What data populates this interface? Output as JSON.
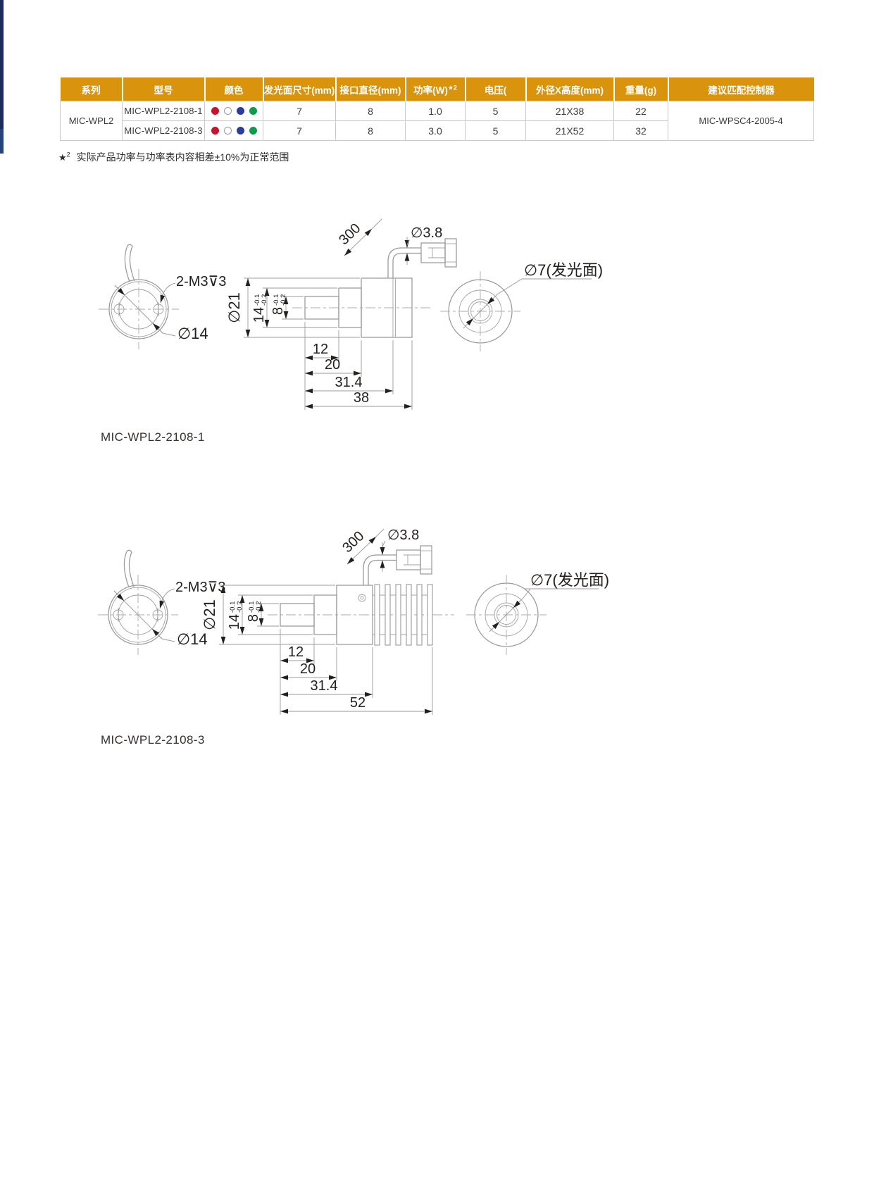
{
  "page": {
    "edge_bar_color": "#1B2B5B",
    "accent_color": "#D9930D"
  },
  "table": {
    "col_series": "系列",
    "col_model": "型号",
    "col_color": "颜色",
    "col_emit_size": "发光面尺寸(mm)",
    "col_interface_dia": "接口直径(mm)",
    "col_power": "功率(W)",
    "col_power_sup": "★2",
    "col_voltage": "电压(",
    "col_outer_dims": "外径X高度(mm)",
    "col_weight": "重量(g)",
    "col_controller": "建议匹配控制器",
    "series": "MIC-WPL2",
    "controller": "MIC-WPSC4-2005-4",
    "dot_colors": {
      "red": "#C9132E",
      "white": "#FFFFFF",
      "white_border": "#9B9B9B",
      "blue": "#2B3C9E",
      "green": "#0E9B4A"
    },
    "rows": [
      {
        "model": "MIC-WPL2-2108-1",
        "emit_size": "7",
        "interface_dia": "8",
        "power": "1.0",
        "voltage": "5",
        "outer_dims": "21X38",
        "weight": "22"
      },
      {
        "model": "MIC-WPL2-2108-3",
        "emit_size": "7",
        "interface_dia": "8",
        "power": "3.0",
        "voltage": "5",
        "outer_dims": "21X52",
        "weight": "32"
      }
    ]
  },
  "footnote": {
    "star": "★",
    "sup": "2",
    "text": "实际产品功率与功率表内容相差±10%为正常范围"
  },
  "drawings": {
    "d1": {
      "label": "MIC-WPL2-2108-1",
      "thread_label": "2-M3⊽3",
      "mount_circle_dia": "∅14",
      "body_dia": "∅21",
      "dia14": "14",
      "dia14_tol_upper": "-0.1",
      "dia14_tol_lower": "-0.2",
      "dia8": "8",
      "dia8_tol_upper": "-0.1",
      "dia8_tol_lower": "-0.2",
      "len1": "12",
      "len2": "20",
      "len3": "31.4",
      "len_total": "38",
      "cable_len": "300",
      "cable_dia": "∅3.8",
      "emit_label": "∅7(发光面)"
    },
    "d2": {
      "label": "MIC-WPL2-2108-3",
      "thread_label": "2-M3⊽3",
      "mount_circle_dia": "∅14",
      "body_dia": "∅21",
      "dia14": "14",
      "dia14_tol_upper": "-0.1",
      "dia14_tol_lower": "-0.2",
      "dia8": "8",
      "dia8_tol_upper": "-0.1",
      "dia8_tol_lower": "-0.2",
      "len1": "12",
      "len2": "20",
      "len3": "31.4",
      "len_total": "52",
      "cable_len": "300",
      "cable_dia": "∅3.8",
      "emit_label": "∅7(发光面)"
    }
  }
}
